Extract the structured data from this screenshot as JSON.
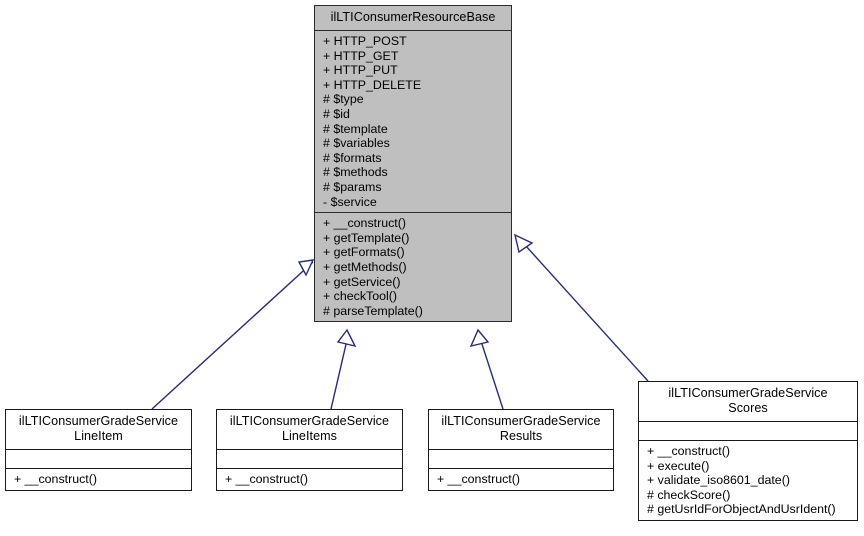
{
  "diagram": {
    "type": "uml-class-inheritance",
    "title_visible": false,
    "colors": {
      "base_fill": "#bfbfbf",
      "derived_fill": "#ffffff",
      "border": "#1a1a1a",
      "edge": "#2a2a7a",
      "text": "#000000"
    },
    "classes": [
      {
        "id": "base",
        "name": "ilLTIConsumerResourceBase",
        "attributes": [
          "+ HTTP_POST",
          "+ HTTP_GET",
          "+ HTTP_PUT",
          "+ HTTP_DELETE",
          "# $type",
          "# $id",
          "# $template",
          "# $variables",
          "# $formats",
          "# $methods",
          "# $params",
          "- $service"
        ],
        "operations": [
          "+ __construct()",
          "+ getTemplate()",
          "+ getFormats()",
          "+ getMethods()",
          "+ getService()",
          "+ checkTool()",
          "# parseTemplate()"
        ]
      },
      {
        "id": "lineitem",
        "name": "ilLTIConsumerGradeService\nLineItem",
        "attributes": [],
        "operations": [
          "+ __construct()"
        ]
      },
      {
        "id": "lineitems",
        "name": "ilLTIConsumerGradeService\nLineItems",
        "attributes": [],
        "operations": [
          "+ __construct()"
        ]
      },
      {
        "id": "results",
        "name": "ilLTIConsumerGradeService\nResults",
        "attributes": [],
        "operations": [
          "+ __construct()"
        ]
      },
      {
        "id": "scores",
        "name": "ilLTIConsumerGradeService\nScores",
        "attributes": [],
        "operations": [
          "+ __construct()",
          "+ execute()",
          "+ validate_iso8601_date()",
          "# checkScore()",
          "# getUsrIdForObjectAndUsrIdent()"
        ]
      }
    ],
    "edges": [
      {
        "from": "lineitem",
        "to": "base",
        "kind": "generalization"
      },
      {
        "from": "lineitems",
        "to": "base",
        "kind": "generalization"
      },
      {
        "from": "results",
        "to": "base",
        "kind": "generalization"
      },
      {
        "from": "scores",
        "to": "base",
        "kind": "generalization"
      }
    ]
  }
}
